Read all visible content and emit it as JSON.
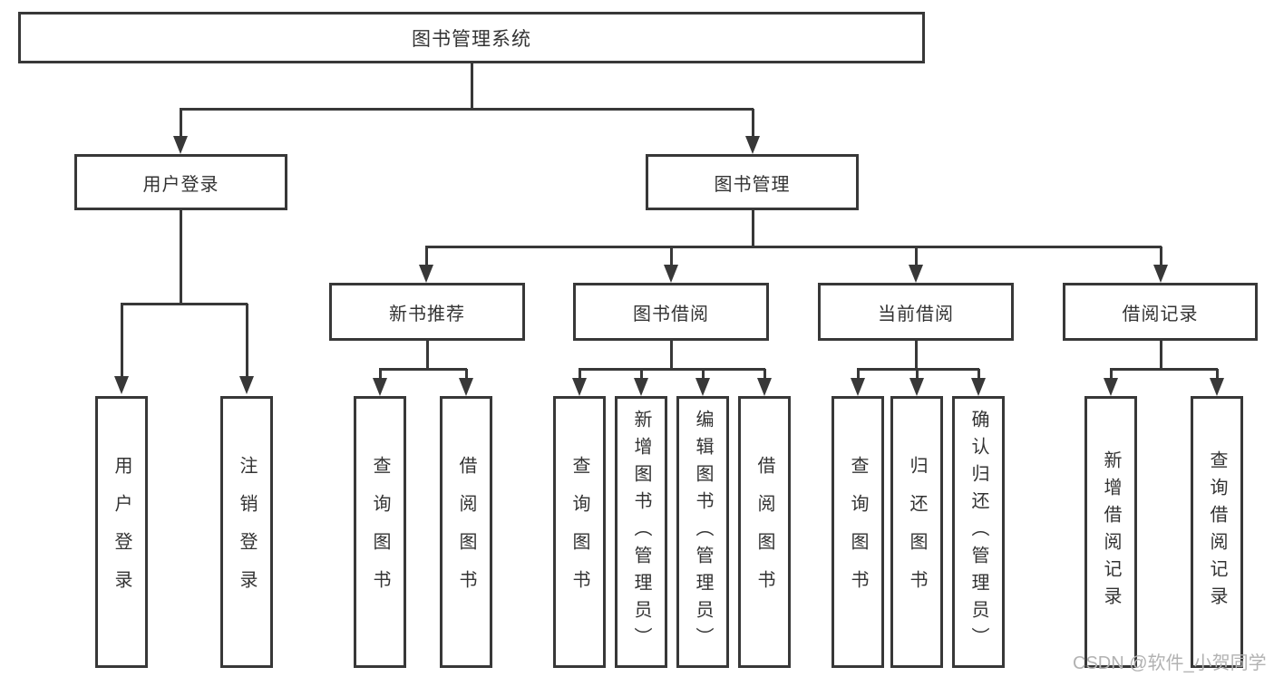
{
  "watermark": "CSDN @软件_小贺同学",
  "colors": {
    "line": "#383838",
    "text": "#333333",
    "watermark": "#b2b2b2",
    "background": "#ffffff"
  },
  "tree": {
    "label": "图书管理系统",
    "children": [
      {
        "label": "用户登录",
        "children": [
          {
            "label": "用户登录"
          },
          {
            "label": "注销登录"
          }
        ]
      },
      {
        "label": "图书管理",
        "children": [
          {
            "label": "新书推荐",
            "children": [
              {
                "label": "查询图书"
              },
              {
                "label": "借阅图书"
              }
            ]
          },
          {
            "label": "图书借阅",
            "children": [
              {
                "label": "查询图书"
              },
              {
                "label": "新增图书（管理员）"
              },
              {
                "label": "编辑图书（管理员）"
              },
              {
                "label": "借阅图书"
              }
            ]
          },
          {
            "label": "当前借阅",
            "children": [
              {
                "label": "查询图书"
              },
              {
                "label": "归还图书"
              },
              {
                "label": "确认归还（管理员）"
              }
            ]
          },
          {
            "label": "借阅记录",
            "children": [
              {
                "label": "新增借阅记录"
              },
              {
                "label": "查询借阅记录"
              }
            ]
          }
        ]
      }
    ]
  }
}
